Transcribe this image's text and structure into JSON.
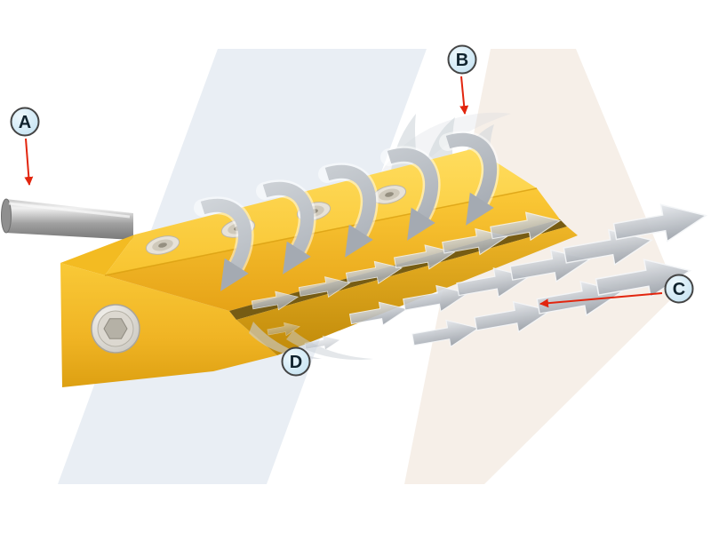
{
  "diagram": {
    "labels": [
      {
        "letter": "A"
      },
      {
        "letter": "B"
      },
      {
        "letter": "C"
      },
      {
        "letter": "D"
      }
    ],
    "colors": {
      "pointer_red": "#e2250e",
      "label_fill": "#d2eaf6",
      "label_border": "#444444",
      "letter_color": "#10232e",
      "body_yellow": "#f6bf25",
      "body_highlight": "#ffd94f",
      "body_shadow": "#d99a10",
      "flow_gray": "#aab0b8",
      "metal_gray": "#b3b3b3",
      "background_blue": "#e9eef4",
      "background_warm": "#f6efe8"
    }
  }
}
